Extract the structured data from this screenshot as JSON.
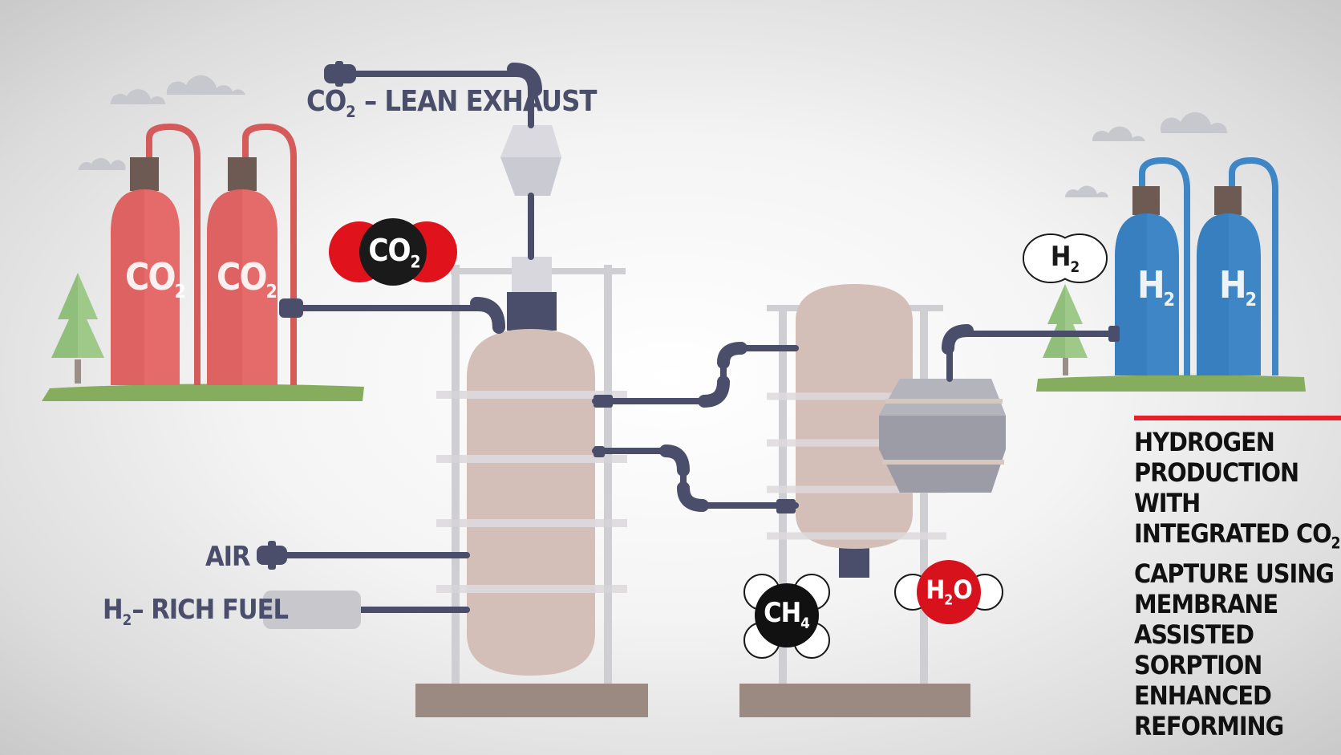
{
  "labels": {
    "co2_lean_exhaust": {
      "base": "CO",
      "sub": "2",
      "rest": " – LEAN EXHAUST"
    },
    "air": "AIR",
    "h2_rich_fuel": {
      "base": "H",
      "sub": "2",
      "rest": "– RICH FUEL"
    }
  },
  "tanks": {
    "co2": [
      {
        "base": "CO",
        "sub": "2"
      },
      {
        "base": "CO",
        "sub": "2"
      }
    ],
    "h2": [
      {
        "base": "H",
        "sub": "2"
      },
      {
        "base": "H",
        "sub": "2"
      }
    ]
  },
  "molecules": {
    "co2": {
      "base": "CO",
      "sub": "2"
    },
    "h2": {
      "base": "H",
      "sub": "2"
    },
    "ch4": {
      "base": "CH",
      "sub": "4"
    },
    "h2o": {
      "base": "H",
      "sub": "2",
      "rest": "O"
    }
  },
  "title": {
    "lines": [
      "HYDROGEN",
      "PRODUCTION WITH"
    ],
    "line3": {
      "base": "INTEGRATED CO",
      "sub": "2"
    },
    "lines_after": [
      "CAPTURE USING",
      "MEMBRANE",
      "ASSISTED",
      "SORPTION",
      "ENHANCED",
      "REFORMING"
    ]
  },
  "colors": {
    "co2_tank": "#e56a6a",
    "h2_tank": "#3e86c6",
    "pipe": "#4a4e6a",
    "vessel": "#d3bfb8",
    "ground": "#86ad5e",
    "accent_red": "#e5202a"
  }
}
